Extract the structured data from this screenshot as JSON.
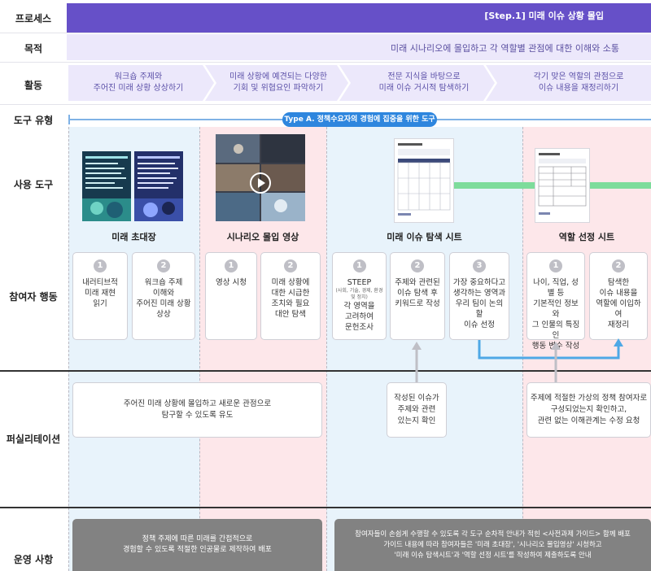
{
  "rows": {
    "process": "프로세스",
    "purpose": "목적",
    "activity": "활동",
    "tool_type": "도구 유형",
    "tools": "사용 도구",
    "participant": "참여자 행동",
    "facilitation": "퍼실리테이션",
    "operation": "운영 사항"
  },
  "process_title": "[Step.1] 미래 이슈 상황 몰입",
  "purpose_text": "미래 시나리오에 몰입하고 각 역할별 관점에 대한 이해와 소통",
  "activities": [
    {
      "line1": "워크숍 주제와",
      "line2": "주어진 미래 상황 상상하기"
    },
    {
      "line1": "미래 상황에 예견되는 다양한",
      "line2": "기회 및 위협요인 파악하기"
    },
    {
      "line1": "전문 지식을 바탕으로",
      "line2": "미래 이슈 거시적 탐색하기"
    },
    {
      "line1": "각기 맞은 역할의 관점으로",
      "line2": "이슈 내용을 재정리하기"
    }
  ],
  "type_pill": "Type A. 정책수요자의 경험에 집중을 위한 도구",
  "tool_names": [
    "미래 초대장",
    "시나리오 몰입 영상",
    "미래 이슈 탐색 시트",
    "역할 선정 시트"
  ],
  "cards": [
    {
      "num": "1",
      "l1": "내러티브적",
      "l2": "미래 재현",
      "l3": "읽기",
      "l4": ""
    },
    {
      "num": "2",
      "l1": "워크숍 주제",
      "l2": "이해와",
      "l3": "주어진 미래 상황",
      "l4": "상상"
    },
    {
      "num": "1",
      "l1": "영상 시청",
      "l2": "",
      "l3": "",
      "l4": ""
    },
    {
      "num": "2",
      "l1": "미래 상황에",
      "l2": "대한 시급한",
      "l3": "조치와 필요",
      "l4": "대안 탐색"
    },
    {
      "num": "1",
      "l1": "STEEP",
      "small": "(사회, 기술, 경제, 환경 및 정치)",
      "l2": "각 영역을",
      "l3": "고려하여",
      "l4": "문헌조사"
    },
    {
      "num": "2",
      "l1": "주제와 관련된",
      "l2": "이슈 탐색 후",
      "l3": "키워드로 작성",
      "l4": ""
    },
    {
      "num": "3",
      "l1": "가장 중요하다고",
      "l2": "생각하는 영역과",
      "l3": "우리 팀이 논의할",
      "l4": "이슈 선정"
    },
    {
      "num": "1",
      "l1": "나이, 직업, 성별 등",
      "l2": "기본적인 정보와",
      "l3": "그 인물의 특징인",
      "l4": "행동 변수 작성"
    },
    {
      "num": "2",
      "l1": "탐색한",
      "l2": "이슈 내용을",
      "l3": "역할에 이입하여",
      "l4": "재정리"
    }
  ],
  "facilitation": [
    {
      "l1": "주어진 미래 상황에 몰입하고 새로운 관점으로",
      "l2": "탐구할 수 있도록 유도",
      "l3": ""
    },
    {
      "l1": "작성된 이슈가",
      "l2": "주제와 관련",
      "l3": "있는지 확인"
    },
    {
      "l1": "주제에 적절한 가상의 정책 참여자로",
      "l2": "구성되었는지 확인하고,",
      "l3": "관련 없는 이해관계는 수정 요청"
    }
  ],
  "operation": [
    {
      "l1": "정책 주제에 따른 미래를 간접적으로",
      "l2": "경험할 수 있도록 적절한 인공물로 제작하여 배포",
      "l3": ""
    },
    {
      "l1": "참여자들이 손쉽게 수행할 수 있도록 각 도구 순차적 안내가 적힌 <사전과제 가이드> 함께 배포",
      "l2": "가이드 내용에 따라 참여자들은 '미래 초대장', '시나리오 몰입영상' 시청하고",
      "l3": "'미래 이슈 탐색시트'과 '역할 선정 시트'를 작성하여 제출하도록 안내"
    }
  ],
  "icons": {
    "play": "play-icon"
  },
  "colors": {
    "process": "#6650c8",
    "purpose": "#ece8fb",
    "blue_col": "#e8f3fb",
    "pink_col": "#fde7ea",
    "type_pill": "#2e86de",
    "operation": "#828282",
    "green_connector": "#7ddc9b",
    "blue_arrow": "#4ea8e6"
  }
}
